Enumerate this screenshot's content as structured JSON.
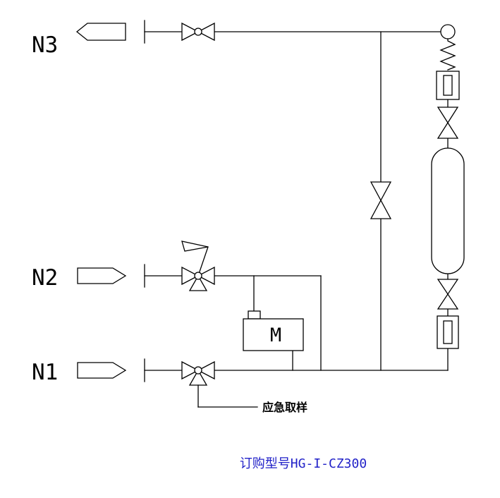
{
  "diagram": {
    "title": "订购型号HG-I-CZ300",
    "nozzles": [
      {
        "id": "n3",
        "label": "N3"
      },
      {
        "id": "n2",
        "label": "N2"
      },
      {
        "id": "n1",
        "label": "N1"
      }
    ],
    "meter_label": "M",
    "sampling_label": "应急取样",
    "icons": [
      "nozzle-arrow-icon",
      "gate-valve-icon",
      "three-way-valve-icon",
      "valve-lever-icon",
      "spring-icon",
      "filter-icon",
      "sample-cylinder-icon",
      "float-circle-icon"
    ],
    "colors": {
      "line": "#000000",
      "title_text": "#2222c8",
      "background": "#ffffff"
    }
  }
}
